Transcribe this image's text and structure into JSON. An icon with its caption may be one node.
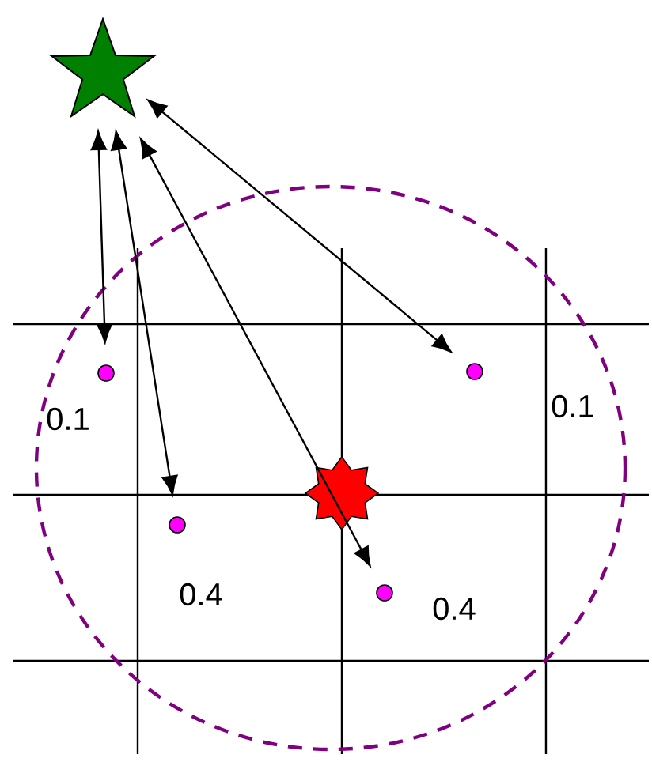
{
  "diagram": {
    "nodes": [
      {
        "text": [],
        "shape": "star"
      },
      {
        "text": [],
        "shape": "circle",
        "beside": [
          "0.1"
        ]
      },
      {
        "text": [],
        "shape": "circle",
        "beside": [
          "0.1"
        ]
      },
      {
        "text": [],
        "shape": "circle",
        "beside": [
          "0.4"
        ]
      },
      {
        "text": [],
        "shape": "circle",
        "beside": [
          "0.4"
        ]
      }
    ],
    "edges": [
      {
        "from": 0,
        "to": 1,
        "arrow": "both"
      },
      {
        "from": 0,
        "to": 2,
        "arrow": "both"
      },
      {
        "from": 0,
        "to": 3,
        "arrow": "both"
      },
      {
        "from": 0,
        "to": 4,
        "arrow": "both"
      }
    ]
  }
}
